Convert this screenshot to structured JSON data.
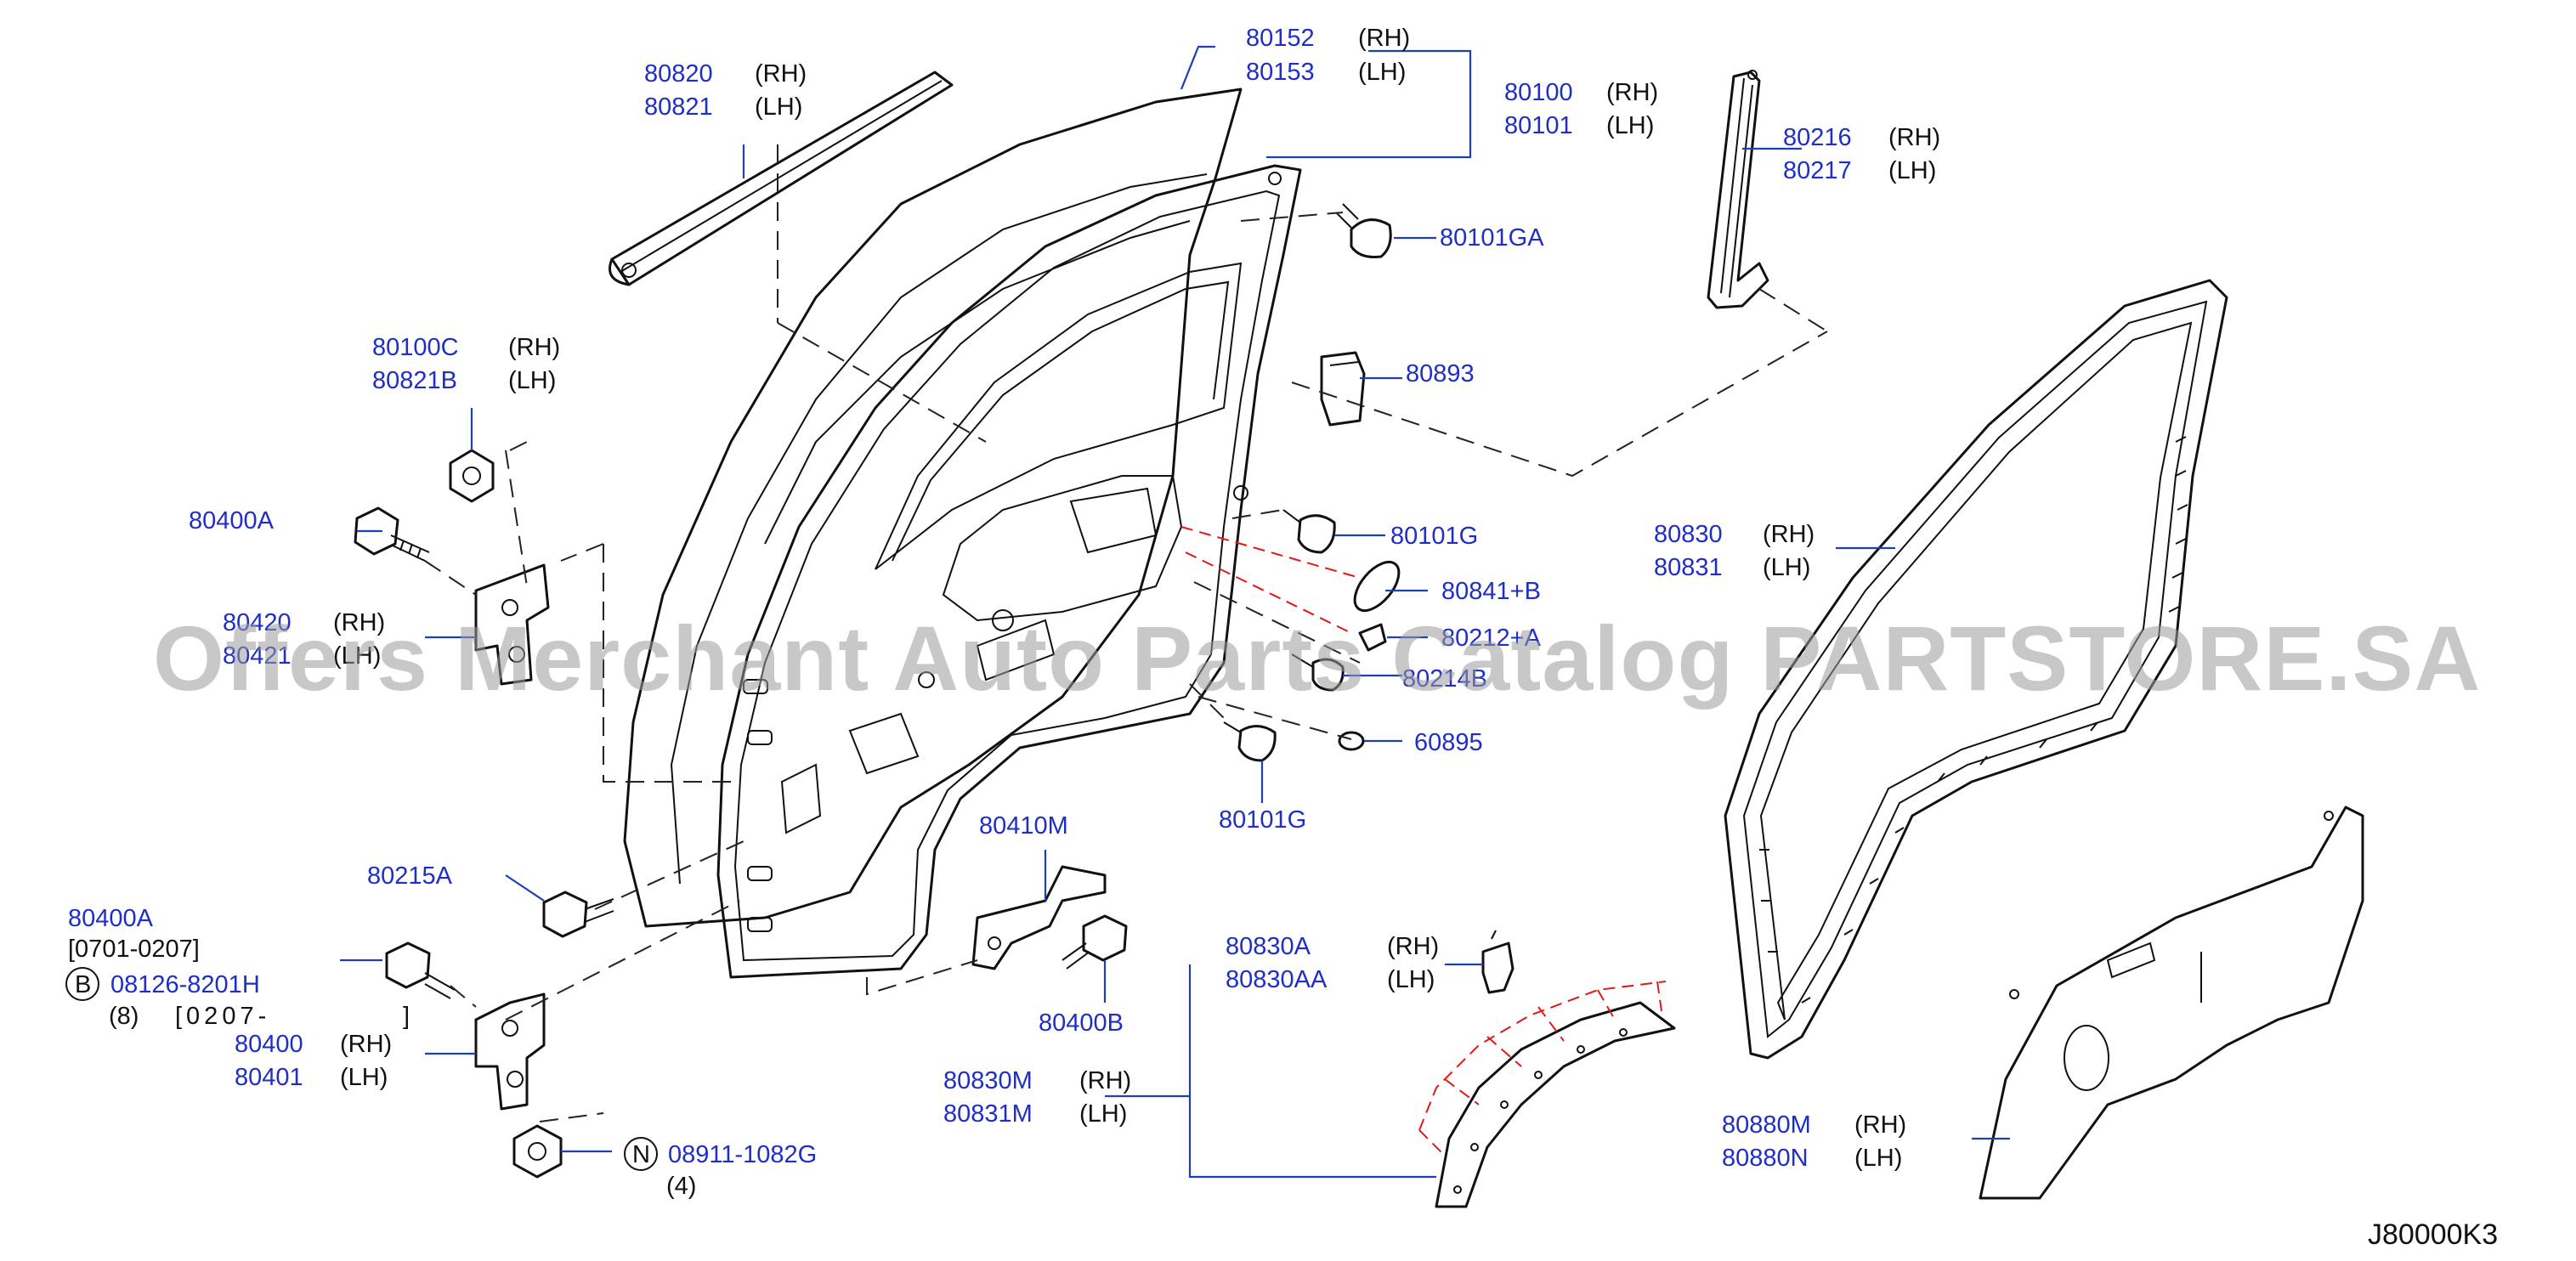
{
  "diagram": {
    "code": "J80000K3",
    "watermark": "Offers Merchant Auto Parts Catalog PARTSTORE.SA",
    "colors": {
      "part_number": "#1f2fc4",
      "leader_line": "#1f3fb4",
      "drawing": "#111111",
      "red_dashed": "#e01818",
      "watermark": "#9a9a9a"
    }
  },
  "labels": {
    "p80820": "80820",
    "p80821": "80821",
    "p80152": "80152",
    "p80153": "80153",
    "p80100": "80100",
    "p80101": "80101",
    "p80216": "80216",
    "p80217": "80217",
    "p80101GA": "80101GA",
    "p80100C": "80100C",
    "p80821B": "80821B",
    "p80893": "80893",
    "p80400A": "80400A",
    "p80101G_a": "80101G",
    "p80830": "80830",
    "p80831": "80831",
    "p80841B": "80841+B",
    "p80420": "80420",
    "p80421": "80421",
    "p80212A": "80212+A",
    "p80214B": "80214B",
    "p60895": "60895",
    "p80101G_b": "80101G",
    "p80410M": "80410M",
    "p80215A": "80215A",
    "p80400A_2": "80400A",
    "range_0701": "[0701-0207]",
    "p08126": "08126-8201H",
    "qty8": "(8)",
    "range_0207": "[0207-",
    "range_end": "]",
    "badge_b": "B",
    "p80400": "80400",
    "p80401": "80401",
    "p80830A": "80830A",
    "p80830AA": "80830AA",
    "p80400B": "80400B",
    "p80830M": "80830M",
    "p80831M": "80831M",
    "p80880M": "80880M",
    "p80880N": "80880N",
    "badge_n": "N",
    "p08911": "08911-1082G",
    "qty4": "(4)",
    "rh": "(RH)",
    "lh": "(LH)"
  }
}
